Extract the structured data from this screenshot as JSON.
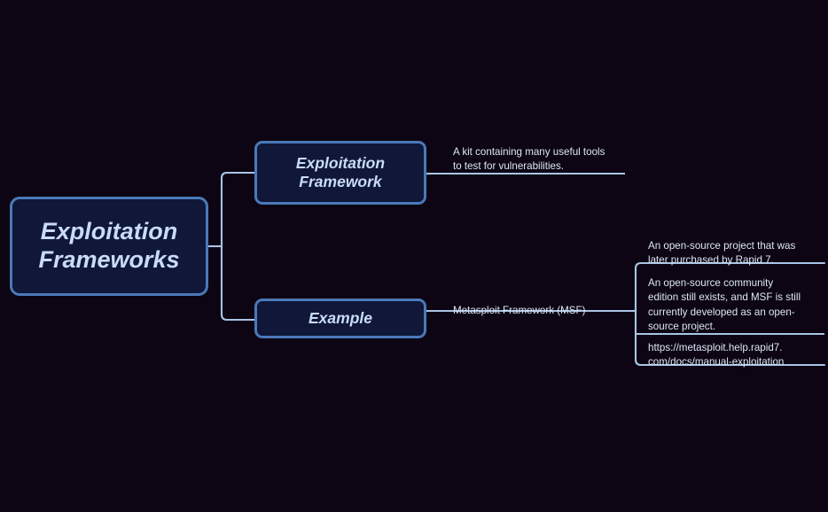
{
  "diagram": {
    "type": "mind-map",
    "background_color": "#0d0513",
    "node_fill_color": "#101738",
    "node_border_color": "#4a79b8",
    "node_text_color": "#c9dcf7",
    "annotation_text_color": "#dce7f6",
    "connector_color": "#a9c4e6",
    "root": {
      "label": "Exploitation\nFrameworks"
    },
    "branches": [
      {
        "label": "Exploitation\nFramework",
        "annotation": "A kit containing many useful tools\nto test for vulnerabilities."
      },
      {
        "label": "Example",
        "annotation": "Metasploit Framework (MSF)",
        "details": [
          "An open-source project that was\nlater purchased by Rapid 7.",
          "An open-source community\nedition still exists, and MSF is still\ncurrently developed as an open-\nsource project.",
          "https://metasploit.help.rapid7.\ncom/docs/manual-exploitation"
        ]
      }
    ]
  }
}
